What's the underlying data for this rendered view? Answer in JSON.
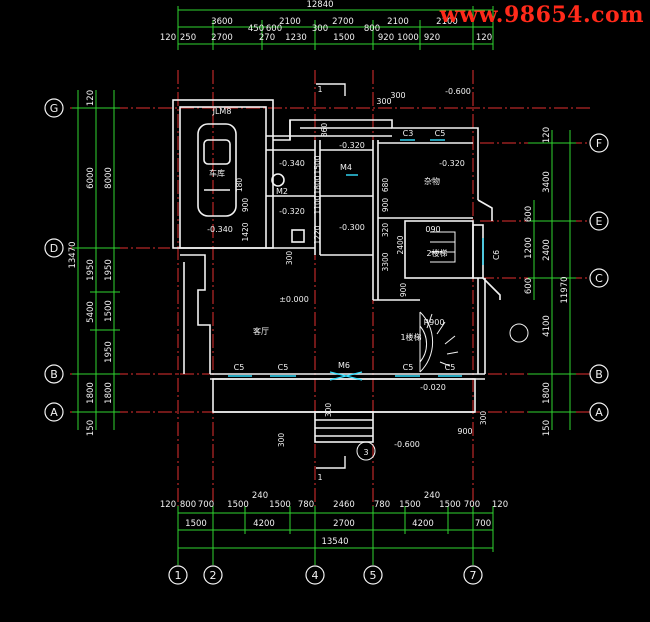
{
  "watermark": "www.98654.com",
  "dims": {
    "top_total": "12840",
    "top_row1": [
      "3600",
      "2100",
      "2700",
      "2100",
      "2100"
    ],
    "top_row2_left": [
      "120",
      "250",
      "2700",
      "450",
      "600",
      "270",
      "1230",
      "300",
      "1500",
      "800",
      "920",
      "1000",
      "920",
      "120"
    ],
    "bottom_total": "13540",
    "bottom_row1": [
      "120",
      "800",
      "700",
      "1500",
      "240",
      "1500",
      "780",
      "2460",
      "780",
      "1500",
      "240",
      "1500",
      "700",
      "120"
    ],
    "bottom_row2": [
      "1500",
      "4200",
      "2700",
      "4200",
      "700"
    ],
    "left_total": "13470",
    "left_row1": [
      "120",
      "6000",
      "1950",
      "5400",
      "1800",
      "150"
    ],
    "left_row2": [
      "8000",
      "1950",
      "1500",
      "1950",
      "1800"
    ],
    "right_total": "11970",
    "right_row1": [
      "120",
      "3400",
      "2400",
      "4100",
      "1800",
      "150"
    ],
    "right_row2": [
      "600",
      "1200",
      "600"
    ]
  },
  "axes": {
    "left": [
      "G",
      "D",
      "B",
      "A"
    ],
    "right": [
      "F",
      "E",
      "C",
      "B",
      "A"
    ],
    "bottom": [
      "1",
      "2",
      "4",
      "5",
      "7"
    ]
  },
  "rooms": {
    "garage_door": "JLM8",
    "garage": "车库",
    "garage_level": "-0.340",
    "level_m034_a": "-0.340",
    "level_m032_a": "-0.320",
    "level_m032_b": "-0.320",
    "level_m032_c": "-0.320",
    "level_m030": "-0.300",
    "level_m060_top": "-0.600",
    "level_m060_bot": "-0.600",
    "level_m002": "-0.020",
    "level_zero": "±0.000",
    "living": "客厅",
    "storage": "杂物",
    "stair1": "1楼梯",
    "stair2": "2楼梯",
    "stair_r": "R900",
    "door_m2": "M2",
    "door_m4": "M4",
    "door_m6": "M6",
    "window_c5": "C5",
    "window_c3": "C3",
    "window_c6": "C6",
    "section_1": "1",
    "section_3": "3",
    "v_900_1420": "900",
    "v_1420": "1420",
    "v_1100_1800": "1100",
    "v_1800": "1800",
    "v_1500": "1500",
    "v_1220": "1220",
    "v_900_680": "900",
    "v_680": "680",
    "v_3300": "3300",
    "v_2400": "2400",
    "v_320": "320",
    "v_090": "090",
    "v_300_a": "300",
    "v_300_b": "300",
    "v_300_c": "300",
    "v_900_b": "900",
    "v_900_c": "900",
    "v_180": "180",
    "v_860": "860"
  }
}
